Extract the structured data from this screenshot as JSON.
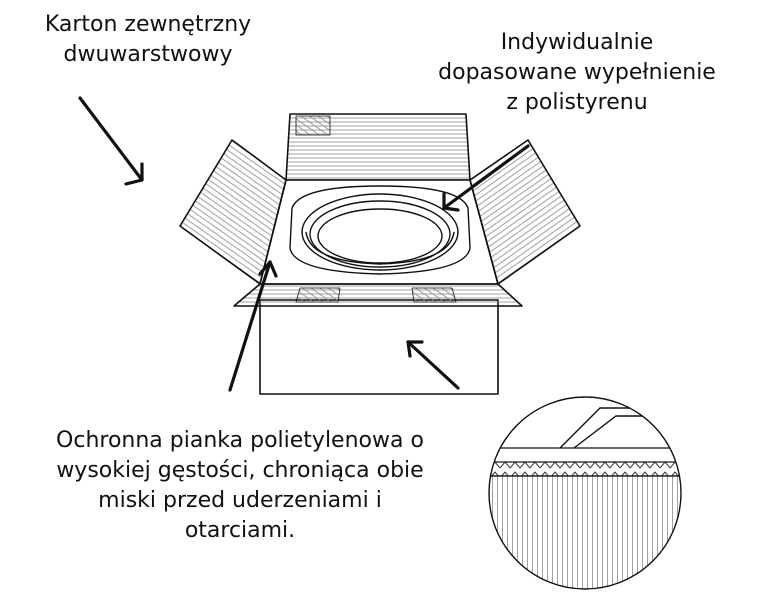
{
  "labels": {
    "outer_carton": [
      "Karton zewnętrzny",
      "dwuwarstwowy"
    ],
    "filling": [
      "Indywidualnie",
      "dopasowane wypełnienie",
      "z polistyrenu"
    ],
    "foam": [
      "Ochronna pianka polietylenowa o",
      "wysokiej gęstości, chroniąca obie",
      "miski przed uderzeniami i",
      "otarciami."
    ]
  },
  "colors": {
    "line": "#111111",
    "hatch": "#888888",
    "background": "#ffffff"
  }
}
